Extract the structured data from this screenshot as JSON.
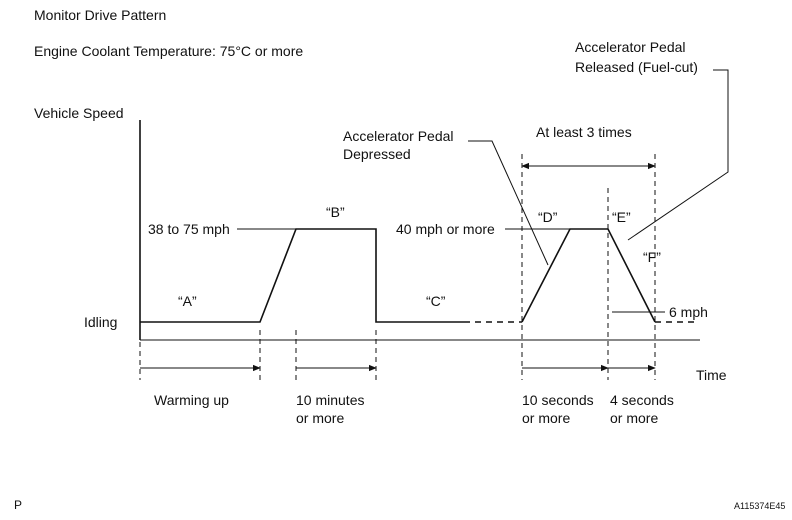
{
  "title": "Monitor Drive Pattern",
  "condition": "Engine Coolant Temperature: 75°C or more",
  "axes": {
    "y_label": "Vehicle Speed",
    "x_label": "Time"
  },
  "levels": {
    "idling": "Idling",
    "b_speed": "38 to 75 mph",
    "d_speed": "40 mph or more",
    "f_speed": "6 mph"
  },
  "phases": {
    "a": "“A”",
    "b": "“B”",
    "c": "“C”",
    "d": "“D”",
    "e": "“E”",
    "f": "“F”"
  },
  "annotations": {
    "depressed_line1": "Accelerator Pedal",
    "depressed_line2": "Depressed",
    "released_line1": "Accelerator Pedal",
    "released_line2": "Released (Fuel-cut)",
    "repeat": "At least 3 times"
  },
  "durations": {
    "warming": "Warming up",
    "b_line1": "10 minutes",
    "b_line2": "or more",
    "d_line1": "10 seconds",
    "d_line2": "or more",
    "e_line1": "4 seconds",
    "e_line2": "or more"
  },
  "footer": {
    "left_mark": "P",
    "figure_id": "A115374E45"
  }
}
